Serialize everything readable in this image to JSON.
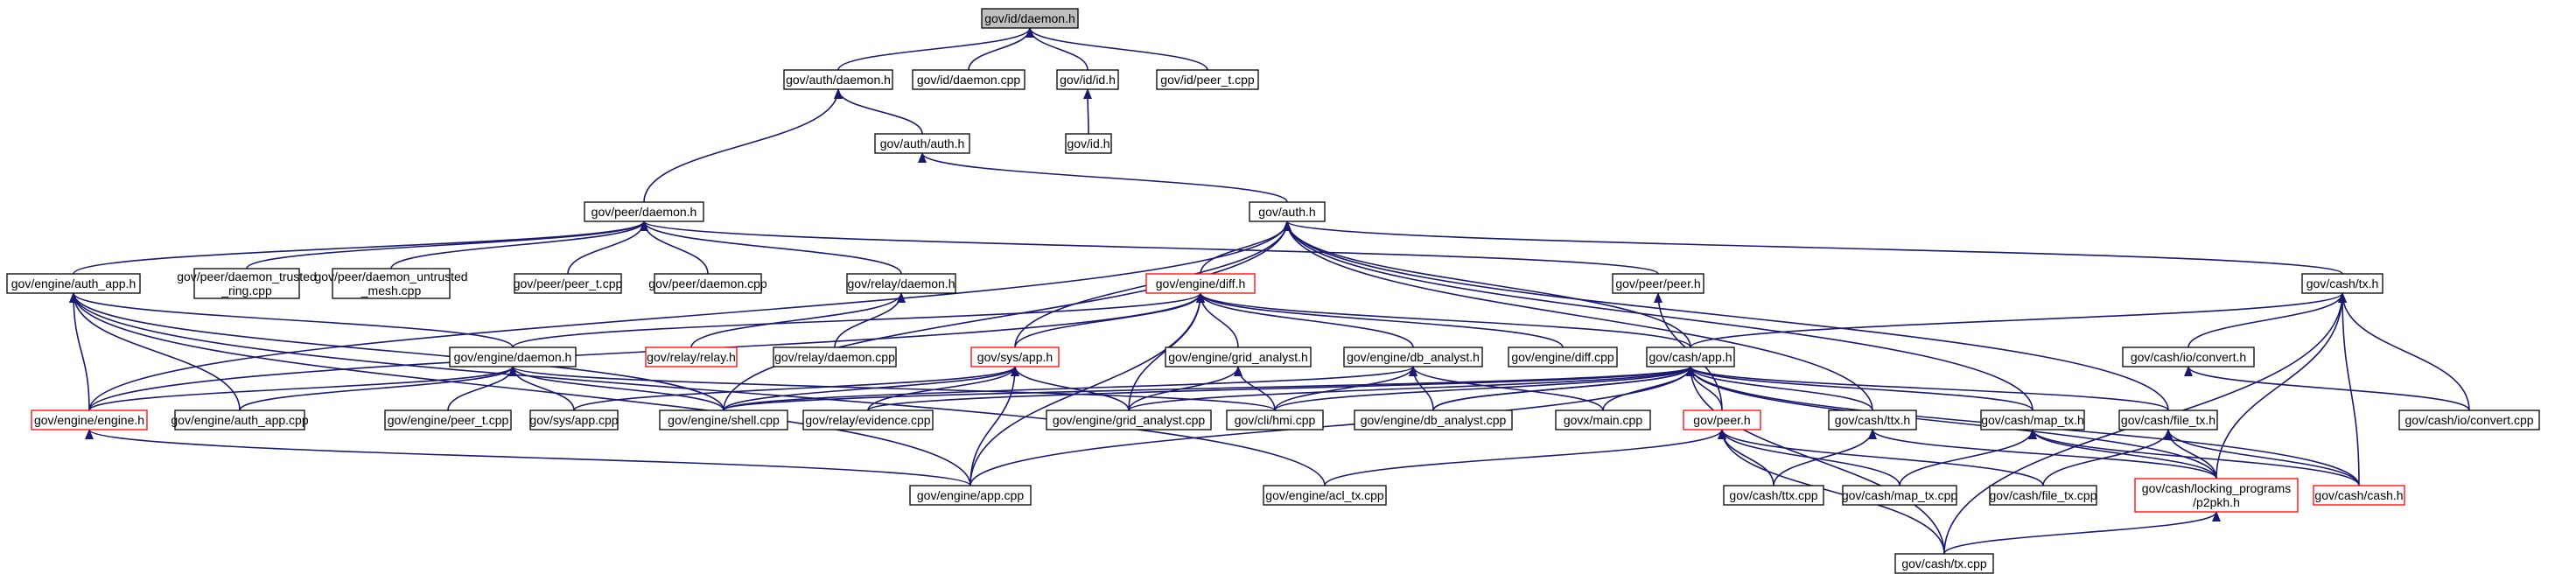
{
  "nodes": [
    {
      "id": "daemon_h",
      "lines": [
        "gov/id/daemon.h"
      ],
      "style": "root"
    },
    {
      "id": "auth_daemon_h",
      "lines": [
        "gov/auth/daemon.h"
      ]
    },
    {
      "id": "id_daemon_cpp",
      "lines": [
        "gov/id/daemon.cpp"
      ]
    },
    {
      "id": "id_id_h",
      "lines": [
        "gov/id/id.h"
      ]
    },
    {
      "id": "peer_t_cpp",
      "lines": [
        "gov/id/peer_t.cpp"
      ]
    },
    {
      "id": "auth_auth_h",
      "lines": [
        "gov/auth/auth.h"
      ]
    },
    {
      "id": "gov_id_h",
      "lines": [
        "gov/id.h"
      ]
    },
    {
      "id": "peer_daemon_h",
      "lines": [
        "gov/peer/daemon.h"
      ]
    },
    {
      "id": "auth_h",
      "lines": [
        "gov/auth.h"
      ]
    },
    {
      "id": "engine_auth_app_h",
      "lines": [
        "gov/engine/auth_app.h"
      ]
    },
    {
      "id": "daemon_trusted_ring",
      "lines": [
        "gov/peer/daemon_trusted",
        "_ring.cpp"
      ]
    },
    {
      "id": "daemon_untrusted_mesh",
      "lines": [
        "gov/peer/daemon_untrusted",
        "_mesh.cpp"
      ]
    },
    {
      "id": "peer_peer_t_cpp",
      "lines": [
        "gov/peer/peer_t.cpp"
      ]
    },
    {
      "id": "peer_daemon_cpp",
      "lines": [
        "gov/peer/daemon.cpp"
      ]
    },
    {
      "id": "relay_daemon_h",
      "lines": [
        "gov/relay/daemon.h"
      ]
    },
    {
      "id": "peer_peer_h",
      "lines": [
        "gov/peer/peer.h"
      ]
    },
    {
      "id": "cash_tx_h",
      "lines": [
        "gov/cash/tx.h"
      ]
    },
    {
      "id": "engine_diff_h",
      "lines": [
        "gov/engine/diff.h"
      ],
      "style": "red"
    },
    {
      "id": "engine_daemon_h",
      "lines": [
        "gov/engine/daemon.h"
      ]
    },
    {
      "id": "relay_relay_h",
      "lines": [
        "gov/relay/relay.h"
      ],
      "style": "red"
    },
    {
      "id": "relay_daemon_cpp",
      "lines": [
        "gov/relay/daemon.cpp"
      ]
    },
    {
      "id": "sys_app_h",
      "lines": [
        "gov/sys/app.h"
      ],
      "style": "red"
    },
    {
      "id": "engine_grid_analyst_h",
      "lines": [
        "gov/engine/grid_analyst.h"
      ]
    },
    {
      "id": "engine_db_analyst_h",
      "lines": [
        "gov/engine/db_analyst.h"
      ]
    },
    {
      "id": "engine_diff_cpp",
      "lines": [
        "gov/engine/diff.cpp"
      ]
    },
    {
      "id": "cash_app_h",
      "lines": [
        "gov/cash/app.h"
      ]
    },
    {
      "id": "cash_io_convert_h",
      "lines": [
        "gov/cash/io/convert.h"
      ]
    },
    {
      "id": "engine_engine_h",
      "lines": [
        "gov/engine/engine.h"
      ],
      "style": "red"
    },
    {
      "id": "engine_auth_app_cpp",
      "lines": [
        "gov/engine/auth_app.cpp"
      ]
    },
    {
      "id": "engine_peer_t_cpp",
      "lines": [
        "gov/engine/peer_t.cpp"
      ]
    },
    {
      "id": "sys_app_cpp",
      "lines": [
        "gov/sys/app.cpp"
      ]
    },
    {
      "id": "engine_shell_cpp",
      "lines": [
        "gov/engine/shell.cpp"
      ]
    },
    {
      "id": "relay_evidence_cpp",
      "lines": [
        "gov/relay/evidence.cpp"
      ]
    },
    {
      "id": "engine_grid_analyst_cpp",
      "lines": [
        "gov/engine/grid_analyst.cpp"
      ]
    },
    {
      "id": "cli_hmi_cpp",
      "lines": [
        "gov/cli/hmi.cpp"
      ]
    },
    {
      "id": "engine_db_analyst_cpp",
      "lines": [
        "gov/engine/db_analyst.cpp"
      ]
    },
    {
      "id": "govx_main_cpp",
      "lines": [
        "govx/main.cpp"
      ]
    },
    {
      "id": "cash_ttx_h",
      "lines": [
        "gov/cash/ttx.h"
      ]
    },
    {
      "id": "cash_map_tx_h",
      "lines": [
        "gov/cash/map_tx.h"
      ]
    },
    {
      "id": "cash_file_tx_h",
      "lines": [
        "gov/cash/file_tx.h"
      ]
    },
    {
      "id": "cash_io_convert_cpp",
      "lines": [
        "gov/cash/io/convert.cpp"
      ]
    },
    {
      "id": "peer_h",
      "lines": [
        "gov/peer.h"
      ],
      "style": "red"
    },
    {
      "id": "engine_app_cpp",
      "lines": [
        "gov/engine/app.cpp"
      ]
    },
    {
      "id": "engine_acl_tx_cpp",
      "lines": [
        "gov/engine/acl_tx.cpp"
      ]
    },
    {
      "id": "cash_ttx_cpp",
      "lines": [
        "gov/cash/ttx.cpp"
      ]
    },
    {
      "id": "cash_map_tx_cpp",
      "lines": [
        "gov/cash/map_tx.cpp"
      ]
    },
    {
      "id": "cash_file_tx_cpp",
      "lines": [
        "gov/cash/file_tx.cpp"
      ]
    },
    {
      "id": "cash_locking_programs_p2pkh_h",
      "lines": [
        "gov/cash/locking_programs",
        "/p2pkh.h"
      ],
      "style": "red"
    },
    {
      "id": "cash_cash_h",
      "lines": [
        "gov/cash/cash.h"
      ],
      "style": "red"
    },
    {
      "id": "cash_tx_cpp",
      "lines": [
        "gov/cash/tx.cpp"
      ]
    }
  ],
  "edges": [
    [
      "auth_daemon_h",
      "daemon_h"
    ],
    [
      "id_daemon_cpp",
      "daemon_h"
    ],
    [
      "id_id_h",
      "daemon_h"
    ],
    [
      "peer_t_cpp",
      "daemon_h"
    ],
    [
      "auth_auth_h",
      "auth_daemon_h"
    ],
    [
      "peer_daemon_h",
      "auth_daemon_h"
    ],
    [
      "gov_id_h",
      "id_id_h"
    ],
    [
      "auth_h",
      "auth_auth_h"
    ],
    [
      "engine_auth_app_h",
      "peer_daemon_h"
    ],
    [
      "daemon_trusted_ring",
      "peer_daemon_h"
    ],
    [
      "daemon_untrusted_mesh",
      "peer_daemon_h"
    ],
    [
      "peer_peer_t_cpp",
      "peer_daemon_h"
    ],
    [
      "peer_daemon_cpp",
      "peer_daemon_h"
    ],
    [
      "relay_daemon_h",
      "peer_daemon_h"
    ],
    [
      "peer_peer_h",
      "peer_daemon_h"
    ],
    [
      "engine_diff_h",
      "auth_h"
    ],
    [
      "cash_tx_h",
      "auth_h"
    ],
    [
      "sys_app_h",
      "auth_h"
    ],
    [
      "engine_engine_h",
      "auth_h"
    ],
    [
      "cash_app_h",
      "auth_h"
    ],
    [
      "engine_shell_cpp",
      "auth_h"
    ],
    [
      "cash_ttx_h",
      "auth_h"
    ],
    [
      "cash_map_tx_h",
      "auth_h"
    ],
    [
      "cash_file_tx_h",
      "auth_h"
    ],
    [
      "engine_daemon_h",
      "engine_auth_app_h"
    ],
    [
      "engine_engine_h",
      "engine_auth_app_h"
    ],
    [
      "engine_auth_app_cpp",
      "engine_auth_app_h"
    ],
    [
      "engine_shell_cpp",
      "engine_auth_app_h"
    ],
    [
      "engine_app_cpp",
      "engine_auth_app_h"
    ],
    [
      "engine_acl_tx_cpp",
      "engine_auth_app_h"
    ],
    [
      "relay_relay_h",
      "relay_daemon_h"
    ],
    [
      "relay_daemon_cpp",
      "relay_daemon_h"
    ],
    [
      "peer_h",
      "peer_peer_h"
    ],
    [
      "engine_daemon_h",
      "engine_diff_h"
    ],
    [
      "sys_app_h",
      "engine_diff_h"
    ],
    [
      "engine_grid_analyst_h",
      "engine_diff_h"
    ],
    [
      "engine_db_analyst_h",
      "engine_diff_h"
    ],
    [
      "engine_diff_cpp",
      "engine_diff_h"
    ],
    [
      "cash_app_h",
      "engine_diff_h"
    ],
    [
      "engine_engine_h",
      "engine_diff_h"
    ],
    [
      "engine_grid_analyst_cpp",
      "engine_diff_h"
    ],
    [
      "engine_app_cpp",
      "engine_diff_h"
    ],
    [
      "engine_engine_h",
      "engine_daemon_h"
    ],
    [
      "engine_auth_app_cpp",
      "engine_daemon_h"
    ],
    [
      "engine_peer_t_cpp",
      "engine_daemon_h"
    ],
    [
      "sys_app_cpp",
      "engine_daemon_h"
    ],
    [
      "engine_shell_cpp",
      "engine_daemon_h"
    ],
    [
      "cli_hmi_cpp",
      "engine_daemon_h"
    ],
    [
      "engine_shell_cpp",
      "sys_app_h"
    ],
    [
      "relay_evidence_cpp",
      "sys_app_h"
    ],
    [
      "engine_grid_analyst_cpp",
      "sys_app_h"
    ],
    [
      "engine_app_cpp",
      "sys_app_h"
    ],
    [
      "sys_app_cpp",
      "sys_app_h"
    ],
    [
      "engine_grid_analyst_cpp",
      "engine_grid_analyst_h"
    ],
    [
      "cli_hmi_cpp",
      "engine_grid_analyst_h"
    ],
    [
      "engine_db_analyst_cpp",
      "engine_db_analyst_h"
    ],
    [
      "cli_hmi_cpp",
      "engine_db_analyst_h"
    ],
    [
      "engine_shell_cpp",
      "engine_db_analyst_h"
    ],
    [
      "govx_main_cpp",
      "engine_db_analyst_h"
    ],
    [
      "cash_app_h",
      "cash_tx_h"
    ],
    [
      "cash_io_convert_h",
      "cash_tx_h"
    ],
    [
      "cash_io_convert_cpp",
      "cash_tx_h"
    ],
    [
      "cash_cash_h",
      "cash_tx_h"
    ],
    [
      "cash_locking_programs_p2pkh_h",
      "cash_tx_h"
    ],
    [
      "cash_tx_cpp",
      "cash_tx_h"
    ],
    [
      "cash_io_convert_cpp",
      "cash_io_convert_h"
    ],
    [
      "engine_shell_cpp",
      "cash_app_h"
    ],
    [
      "relay_evidence_cpp",
      "cash_app_h"
    ],
    [
      "engine_grid_analyst_cpp",
      "cash_app_h"
    ],
    [
      "cli_hmi_cpp",
      "cash_app_h"
    ],
    [
      "engine_db_analyst_cpp",
      "cash_app_h"
    ],
    [
      "govx_main_cpp",
      "cash_app_h"
    ],
    [
      "cash_ttx_h",
      "cash_app_h"
    ],
    [
      "cash_map_tx_h",
      "cash_app_h"
    ],
    [
      "cash_file_tx_h",
      "cash_app_h"
    ],
    [
      "cash_cash_h",
      "cash_app_h"
    ],
    [
      "engine_app_cpp",
      "cash_app_h"
    ],
    [
      "cash_tx_cpp",
      "cash_app_h"
    ],
    [
      "cash_locking_programs_p2pkh_h",
      "cash_app_h"
    ],
    [
      "peer_h",
      "cash_app_h"
    ],
    [
      "engine_db_analyst_cpp",
      "cash_app_h"
    ],
    [
      "engine_app_cpp",
      "engine_engine_h"
    ],
    [
      "cash_ttx_cpp",
      "cash_ttx_h"
    ],
    [
      "cash_locking_programs_p2pkh_h",
      "cash_ttx_h"
    ],
    [
      "cash_map_tx_cpp",
      "cash_map_tx_h"
    ],
    [
      "cash_locking_programs_p2pkh_h",
      "cash_map_tx_h"
    ],
    [
      "cash_cash_h",
      "cash_map_tx_h"
    ],
    [
      "cash_file_tx_cpp",
      "cash_file_tx_h"
    ],
    [
      "cash_locking_programs_p2pkh_h",
      "cash_file_tx_h"
    ],
    [
      "cash_cash_h",
      "cash_file_tx_h"
    ],
    [
      "cash_ttx_cpp",
      "peer_h"
    ],
    [
      "cash_map_tx_cpp",
      "peer_h"
    ],
    [
      "cash_file_tx_cpp",
      "peer_h"
    ],
    [
      "engine_acl_tx_cpp",
      "peer_h"
    ],
    [
      "cash_tx_cpp",
      "peer_h"
    ],
    [
      "cash_tx_cpp",
      "cash_locking_programs_p2pkh_h"
    ]
  ]
}
